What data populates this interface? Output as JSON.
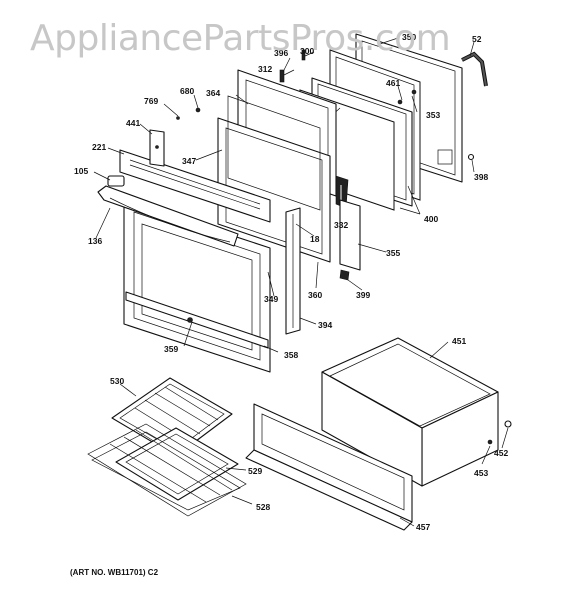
{
  "watermark": "AppliancePartsPros.com",
  "art_number": "(ART NO. WB11701) C2",
  "callouts": [
    "350",
    "52",
    "396",
    "300",
    "312",
    "461",
    "680",
    "364",
    "353",
    "769",
    "441",
    "221",
    "347",
    "105",
    "398",
    "400",
    "332",
    "18",
    "136",
    "355",
    "349",
    "360",
    "399",
    "394",
    "359",
    "358",
    "451",
    "530",
    "452",
    "453",
    "529",
    "528",
    "457"
  ]
}
